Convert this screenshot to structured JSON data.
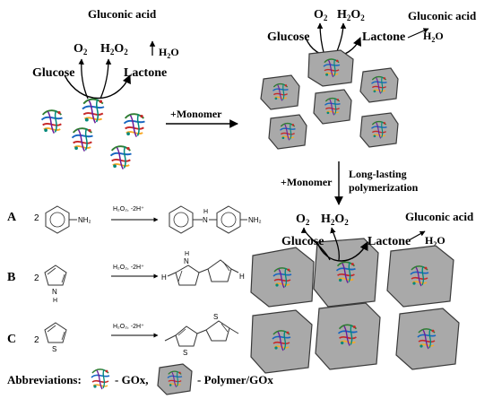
{
  "scheme": {
    "glucose": "Glucose",
    "oxygen": "O",
    "oxygen_sub": "2",
    "peroxide_h": "H",
    "peroxide_2a": "2",
    "peroxide_o": "O",
    "peroxide_2b": "2",
    "lactone": "Lactone",
    "gluconic_acid": "Gluconic acid",
    "water_h": "H",
    "water_2": "2",
    "water_o": "O",
    "monomer_1": "+Monomer",
    "monomer_2": "+Monomer",
    "long_lasting_1": "Long-lasting",
    "long_lasting_2": "polymerization"
  },
  "reactions": [
    {
      "letter": "A",
      "coef": "2",
      "conditions": "H₂O₂, -2H⁺",
      "nh2": "NH₂",
      "nh": "N",
      "h": "H"
    },
    {
      "letter": "B",
      "coef": "2",
      "conditions": "H₂O₂, -2H⁺",
      "nh": "N",
      "h": "H"
    },
    {
      "letter": "C",
      "coef": "2",
      "conditions": "H₂O₂, -2H⁺",
      "s": "S"
    }
  ],
  "abbreviations": {
    "title": "Abbreviations:",
    "gox": "- GOx,",
    "polymer_gox": "- Polymer/GOx"
  },
  "colors": {
    "enzyme": [
      "#2e7d32",
      "#1565c0",
      "#c62828",
      "#f9a825",
      "#6a1b9a",
      "#00897b"
    ],
    "polymer_fill": "#a9a9a9",
    "polymer_stroke": "#3a3a3a"
  }
}
